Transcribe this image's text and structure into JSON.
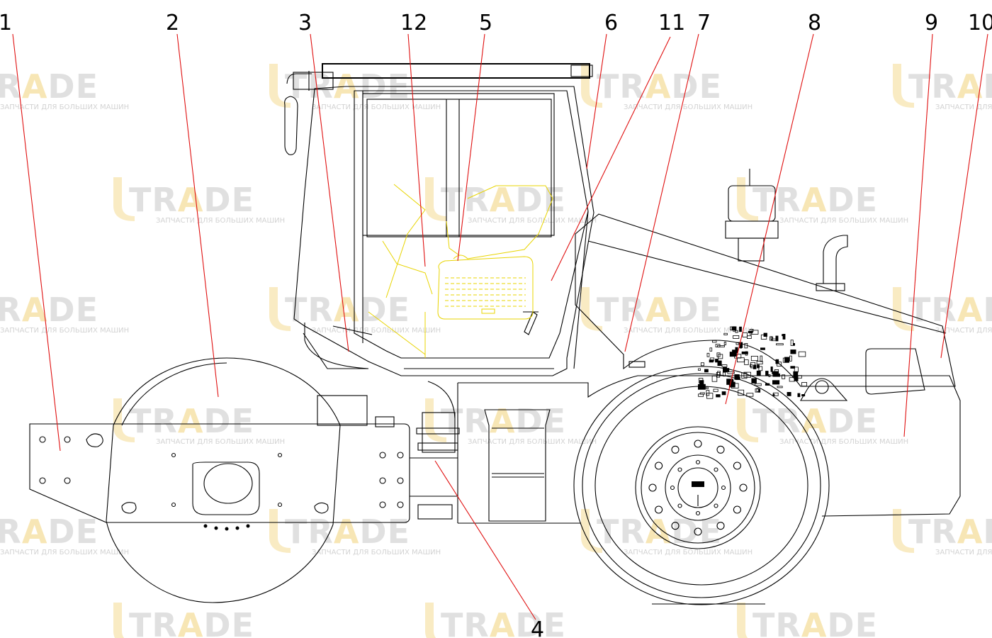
{
  "watermark": {
    "brand_left": "TR",
    "brand_a": "A",
    "brand_right": "DE",
    "subtitle": "ЗАПЧАСТИ ДЛЯ БОЛЬШИХ МАШИН"
  },
  "callouts": [
    "1",
    "2",
    "3",
    "12",
    "5",
    "6",
    "11",
    "7",
    "8",
    "9",
    "10",
    "4"
  ],
  "colors": {
    "leader": "#e01010",
    "cab_interior": "#e8d400",
    "outline": "#000000",
    "watermark_accent": "#f2d27a"
  }
}
